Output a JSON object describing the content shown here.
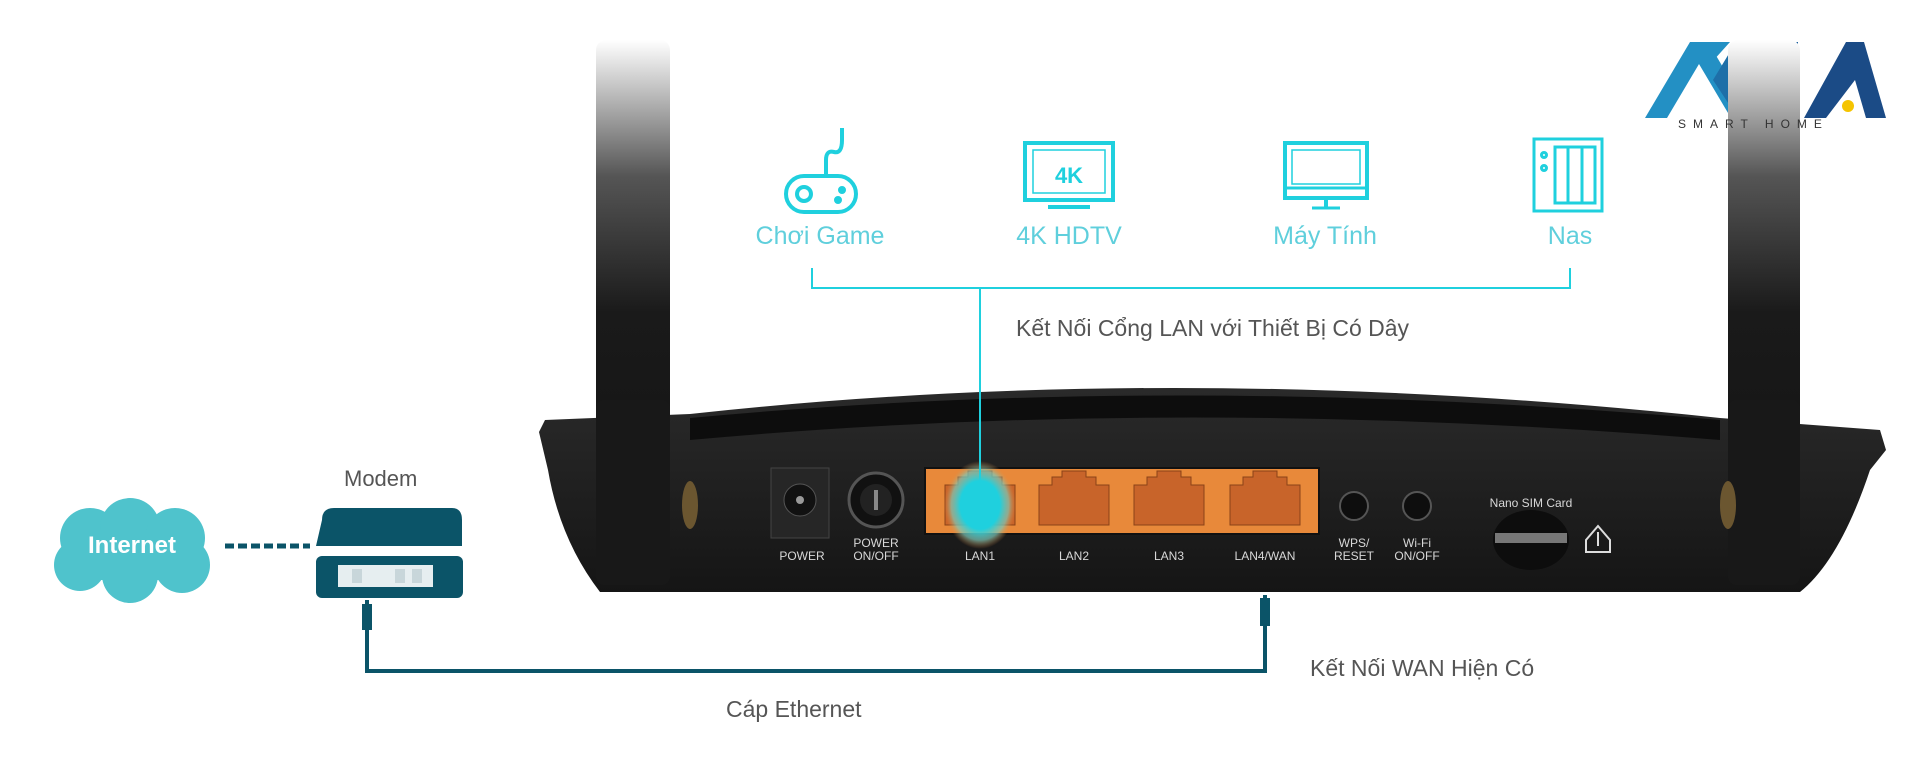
{
  "logo": {
    "name": "AKIA",
    "tagline": "SMART HOME",
    "colors": [
      "#2390c4",
      "#1e6fa8",
      "#1b4b86",
      "#f5c400"
    ]
  },
  "devices": [
    {
      "label": "Chơi Game",
      "icon": "gamepad-icon"
    },
    {
      "label": "4K HDTV",
      "icon": "tv-4k-icon",
      "badge": "4K"
    },
    {
      "label": "Máy Tính",
      "icon": "monitor-icon"
    },
    {
      "label": "Nas",
      "icon": "nas-icon"
    }
  ],
  "lan_caption": "Kết Nối Cổng LAN với Thiết Bị Có Dây",
  "modem": {
    "label": "Modem"
  },
  "internet": {
    "label": "Internet"
  },
  "router": {
    "ports": {
      "power": "POWER",
      "power_switch": "POWER\nON/OFF",
      "lan1": "LAN1",
      "lan2": "LAN2",
      "lan3": "LAN3",
      "lan4": "LAN4/WAN",
      "wps": "WPS/\nRESET",
      "wifi": "Wi-Fi\nON/OFF",
      "sim": "Nano SIM Card"
    }
  },
  "wan_caption": "Kết Nối WAN Hiện Có",
  "cable_caption": "Cáp Ethernet",
  "colors": {
    "accent": "#1fd0de",
    "modem": "#0b5468",
    "cloud": "#4fc3cc",
    "port": "#e8893a",
    "router": "#1c1c1c"
  }
}
